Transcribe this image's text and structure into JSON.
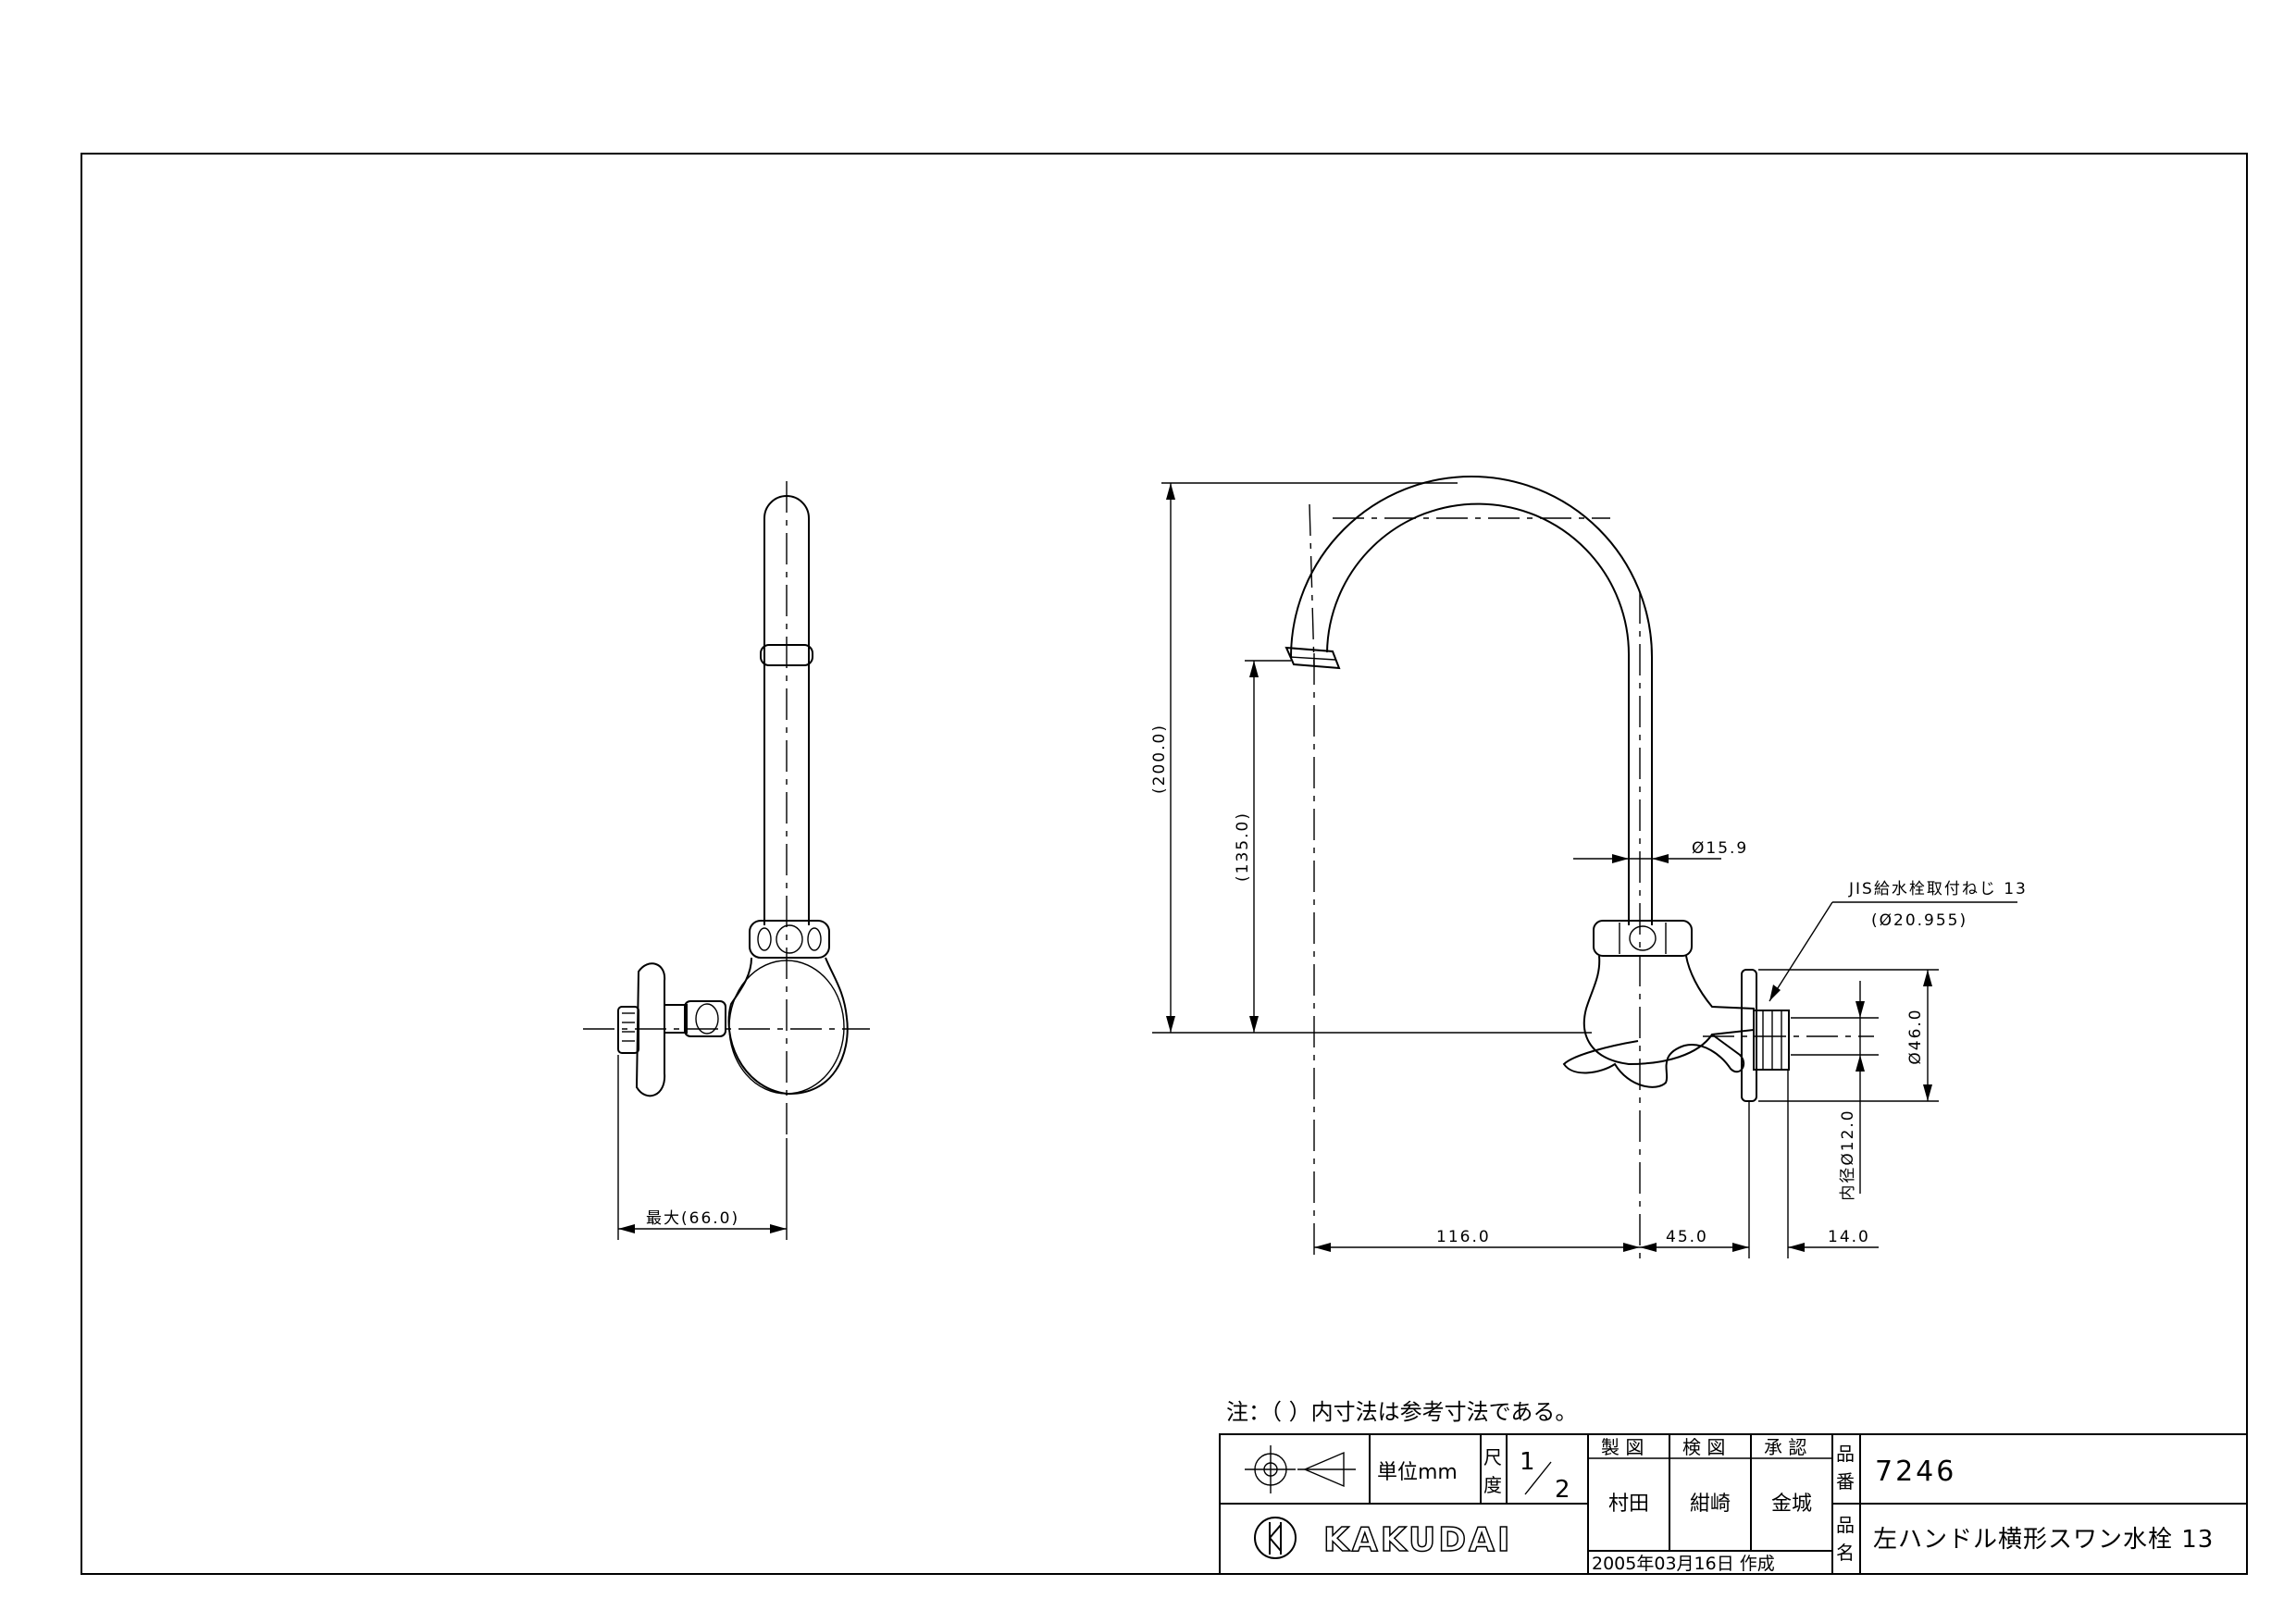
{
  "side_view": {
    "max_dim": "最大(66.0)"
  },
  "front_view": {
    "dim_height_total": "(200.0)",
    "dim_height_spout": "(135.0)",
    "dim_pipe_dia": "Ø15.9",
    "jis_label": "JIS給水栓取付ねじ 13",
    "jis_dia": "(Ø20.955)",
    "dim_flange_dia": "Ø46.0",
    "dim_inner_dia": "内径Ø12.0",
    "dim_116": "116.0",
    "dim_45": "45.0",
    "dim_14": "14.0"
  },
  "note": "注：（ ）内寸法は参考寸法である。",
  "title_block": {
    "unit": "単位mm",
    "scale_label_1": "尺",
    "scale_label_2": "度",
    "scale_num": "1",
    "scale_den": "2",
    "made_label": "製 図",
    "check_label": "検 図",
    "approve_label": "承 認",
    "made_name": "村田",
    "check_name": "紺崎",
    "approve_name": "金城",
    "part_no_label_1": "品",
    "part_no_label_2": "番",
    "part_no": "7246",
    "part_name_label_1": "品",
    "part_name_label_2": "名",
    "part_name": "左ハンドル横形スワン水栓 13",
    "date": "2005年03月16日 作成",
    "brand": "KAKUDAI"
  }
}
